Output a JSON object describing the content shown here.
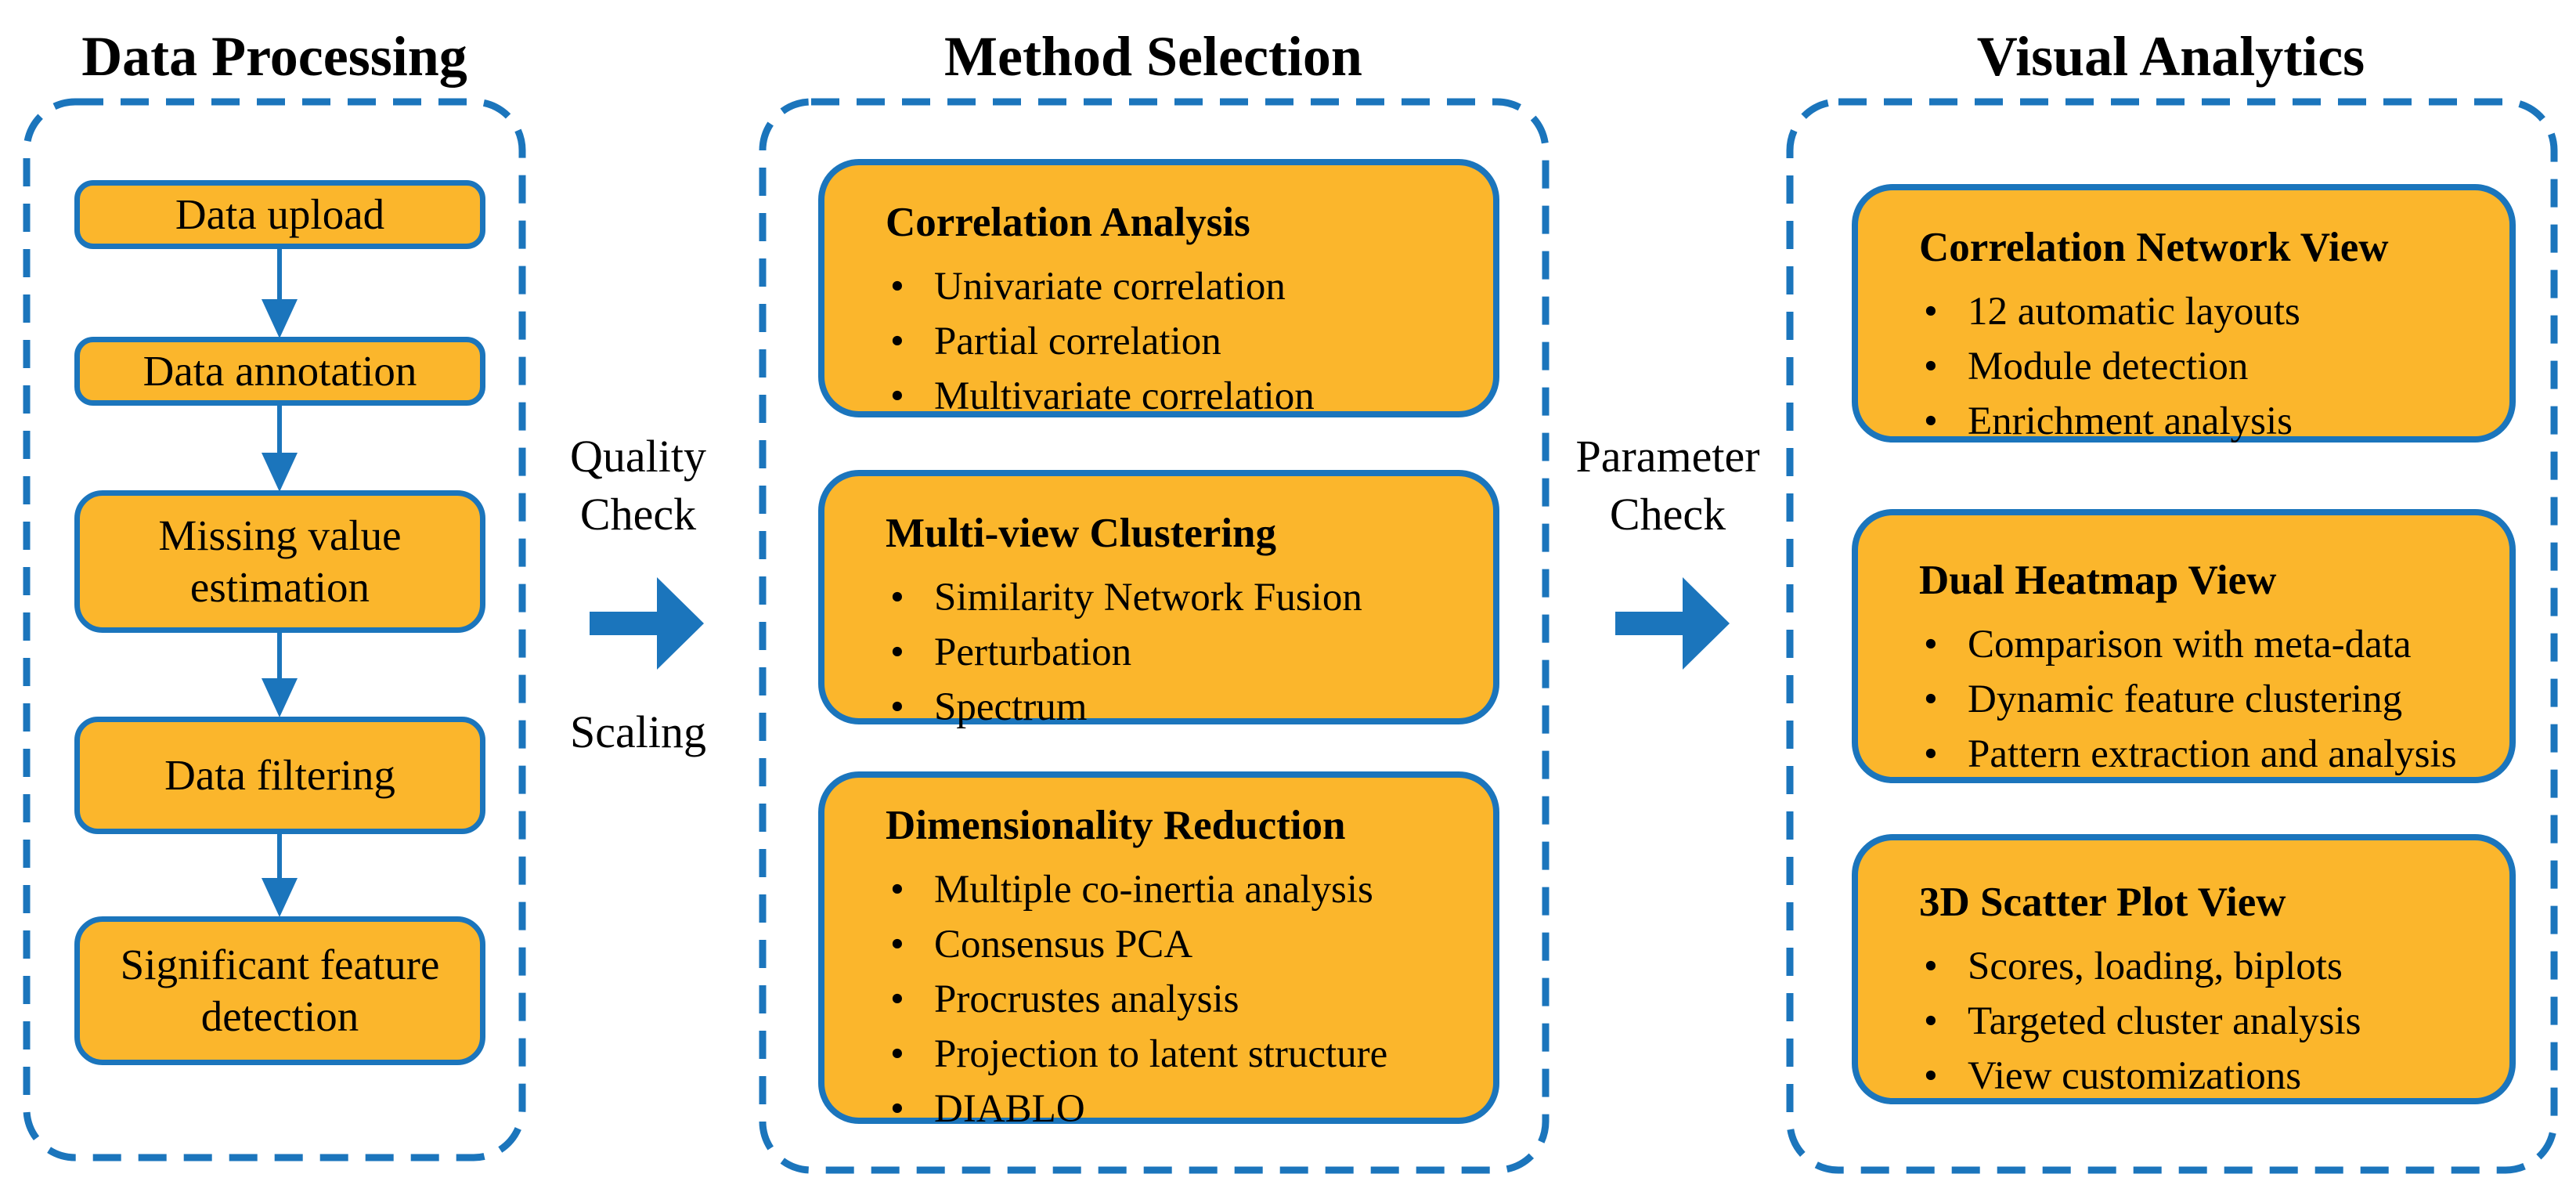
{
  "colors": {
    "accent_blue": "#1B75BC",
    "box_orange": "#FBB62C",
    "text_black": "#000000",
    "background": "#FFFFFF"
  },
  "columns": [
    {
      "title": "Data Processing",
      "steps": [
        "Data upload",
        "Data annotation",
        "Missing value estimation",
        "Data filtering",
        "Significant feature detection"
      ]
    },
    {
      "title": "Method Selection",
      "cards": [
        {
          "heading": "Correlation Analysis",
          "bullets": [
            "Univariate correlation",
            "Partial correlation",
            "Multivariate correlation"
          ]
        },
        {
          "heading": "Multi-view Clustering",
          "bullets": [
            "Similarity Network Fusion",
            "Perturbation",
            "Spectrum"
          ]
        },
        {
          "heading": "Dimensionality Reduction",
          "bullets": [
            "Multiple co-inertia analysis",
            "Consensus PCA",
            "Procrustes analysis",
            "Projection to latent structure",
            "DIABLO"
          ]
        }
      ]
    },
    {
      "title": "Visual Analytics",
      "cards": [
        {
          "heading": "Correlation Network View",
          "bullets": [
            "12 automatic layouts",
            "Module detection",
            "Enrichment analysis"
          ]
        },
        {
          "heading": "Dual Heatmap View",
          "bullets": [
            "Comparison with meta-data",
            "Dynamic feature clustering",
            "Pattern extraction and analysis"
          ]
        },
        {
          "heading": "3D Scatter Plot View",
          "bullets": [
            "Scores, loading, biplots",
            "Targeted cluster analysis",
            "View customizations"
          ]
        }
      ]
    }
  ],
  "connectors": [
    {
      "label_top": "Quality Check",
      "label_bottom": "Scaling"
    },
    {
      "label_top": "Parameter Check"
    }
  ]
}
